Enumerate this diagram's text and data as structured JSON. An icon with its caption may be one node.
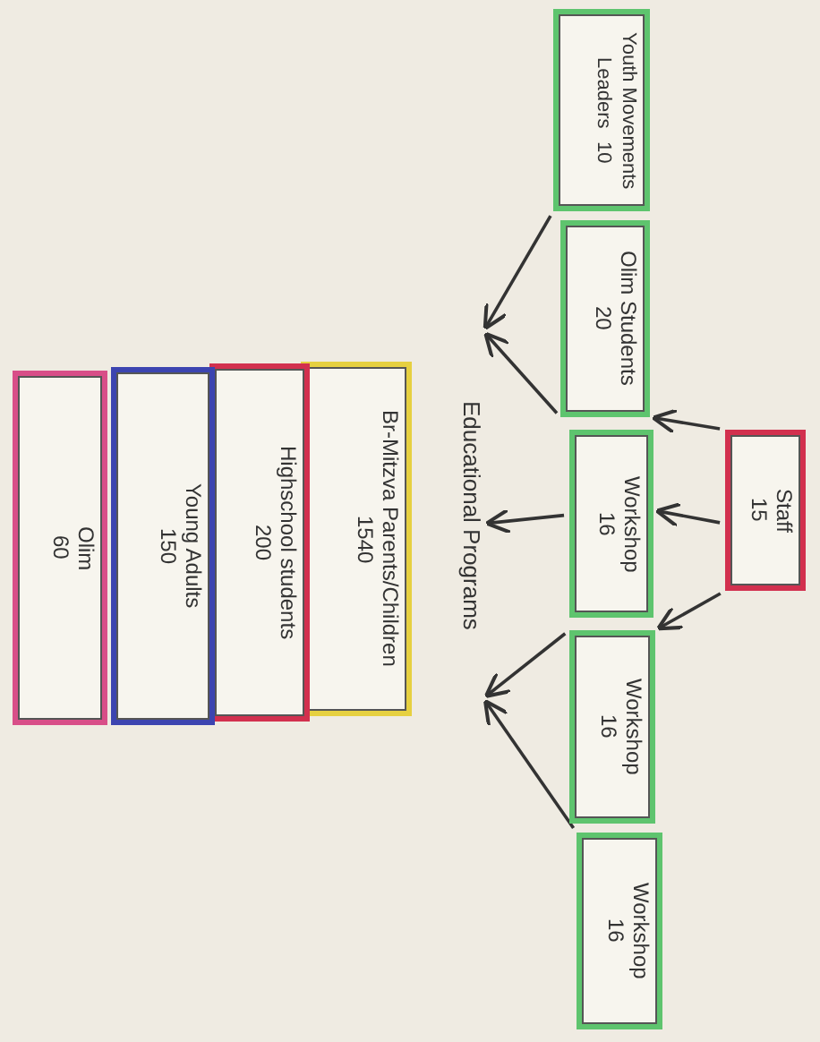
{
  "diagram": {
    "nodes": [
      {
        "text": [
          "Staff",
          "15"
        ]
      },
      {
        "text": [
          "Youth Movements Leaders",
          "10"
        ]
      },
      {
        "text": [
          "Olim Students",
          "20"
        ]
      },
      {
        "text": [
          "Workshop",
          "16"
        ]
      },
      {
        "text": [
          "Workshop",
          "16"
        ]
      },
      {
        "text": [
          "Workshop",
          "16"
        ]
      },
      {
        "text": [
          "Educational Programs"
        ]
      },
      {
        "text": [
          "Br-Mitzva Parents/Children",
          "1540"
        ]
      },
      {
        "text": [
          "Highschool students",
          "200"
        ]
      },
      {
        "text": [
          "Young Adults",
          "150"
        ]
      },
      {
        "text": [
          "Olim",
          "60"
        ]
      }
    ],
    "edges": [
      {
        "from": 0,
        "to": 2,
        "arrow": "to"
      },
      {
        "from": 0,
        "to": 3,
        "arrow": "to"
      },
      {
        "from": 0,
        "to": 4,
        "arrow": "to"
      },
      {
        "from": 1,
        "to": 6,
        "arrow": "to"
      },
      {
        "from": 2,
        "to": 6,
        "arrow": "to"
      },
      {
        "from": 3,
        "to": 6,
        "arrow": "to"
      },
      {
        "from": 4,
        "to": 6,
        "arrow": "to"
      },
      {
        "from": 5,
        "to": 6,
        "arrow": "to"
      }
    ]
  }
}
